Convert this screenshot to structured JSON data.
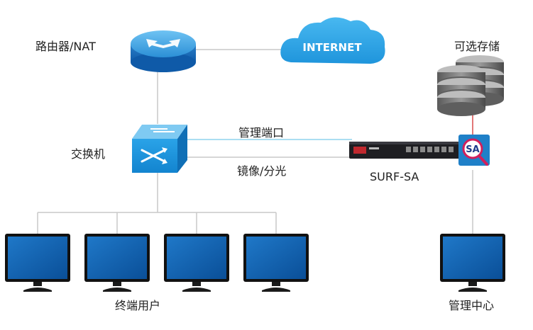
{
  "labels": {
    "router": "路由器/NAT",
    "internet": "INTERNET",
    "storage": "可选存储",
    "switch": "交换机",
    "mgmt_port": "管理端口",
    "mirror": "镜像/分光",
    "appliance": "SURF-SA",
    "appliance_badge": "SA",
    "end_users": "终端用户",
    "mgmt_center": "管理中心"
  },
  "colors": {
    "line": "#c8c8c8",
    "mgmt_line": "#8fd3ee",
    "storage_link": "#d94a4a",
    "switch_blue": "#1a92d8",
    "cloud_blue": "#2ea6e6",
    "monitor_screen": "#0e5fb0"
  },
  "icons": {
    "router": "router-icon",
    "cloud": "cloud-icon",
    "switch": "switch-icon",
    "storage": "database-icon",
    "appliance": "rack-appliance-icon",
    "badge": "magnifier-sa-icon",
    "monitor": "monitor-icon"
  }
}
